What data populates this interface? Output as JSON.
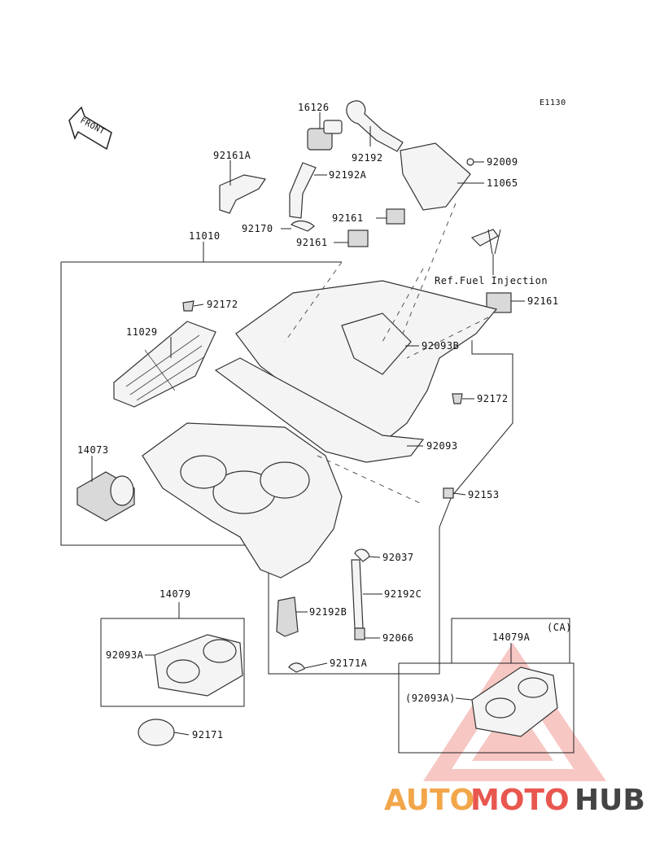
{
  "diagram": {
    "code": "E1130",
    "front_label": "FRONT",
    "ref_note": "Ref.Fuel Injection",
    "ca_tag": "(CA)"
  },
  "parts": [
    {
      "id": "p16126",
      "label": "16126"
    },
    {
      "id": "p92161a",
      "label": "92161A"
    },
    {
      "id": "p92192",
      "label": "92192"
    },
    {
      "id": "p92192a",
      "label": "92192A"
    },
    {
      "id": "p92009",
      "label": "92009"
    },
    {
      "id": "p11065",
      "label": "11065"
    },
    {
      "id": "p92161_1",
      "label": "92161"
    },
    {
      "id": "p92170",
      "label": "92170"
    },
    {
      "id": "p92161_2",
      "label": "92161"
    },
    {
      "id": "p11010",
      "label": "11010"
    },
    {
      "id": "p92161_3",
      "label": "92161"
    },
    {
      "id": "p92172_1",
      "label": "92172"
    },
    {
      "id": "p11029",
      "label": "11029"
    },
    {
      "id": "p92093b",
      "label": "92093B"
    },
    {
      "id": "p92172_2",
      "label": "92172"
    },
    {
      "id": "p14073",
      "label": "14073"
    },
    {
      "id": "p92093",
      "label": "92093"
    },
    {
      "id": "p92153",
      "label": "92153"
    },
    {
      "id": "p92037",
      "label": "92037"
    },
    {
      "id": "p14079",
      "label": "14079"
    },
    {
      "id": "p92192c",
      "label": "92192C"
    },
    {
      "id": "p92192b",
      "label": "92192B"
    },
    {
      "id": "p92093a",
      "label": "92093A"
    },
    {
      "id": "p92066",
      "label": "92066"
    },
    {
      "id": "p92171a",
      "label": "92171A"
    },
    {
      "id": "p14079a",
      "label": "14079A"
    },
    {
      "id": "p92093a_ca",
      "label": "(92093A)"
    },
    {
      "id": "p92171",
      "label": "92171"
    }
  ],
  "watermark": {
    "part1": "AUTO",
    "part2": "MOTO",
    "part3": "HUB",
    "color_auto": "#f2a64a",
    "color_moto": "#e8574f",
    "color_hub": "#444444"
  }
}
